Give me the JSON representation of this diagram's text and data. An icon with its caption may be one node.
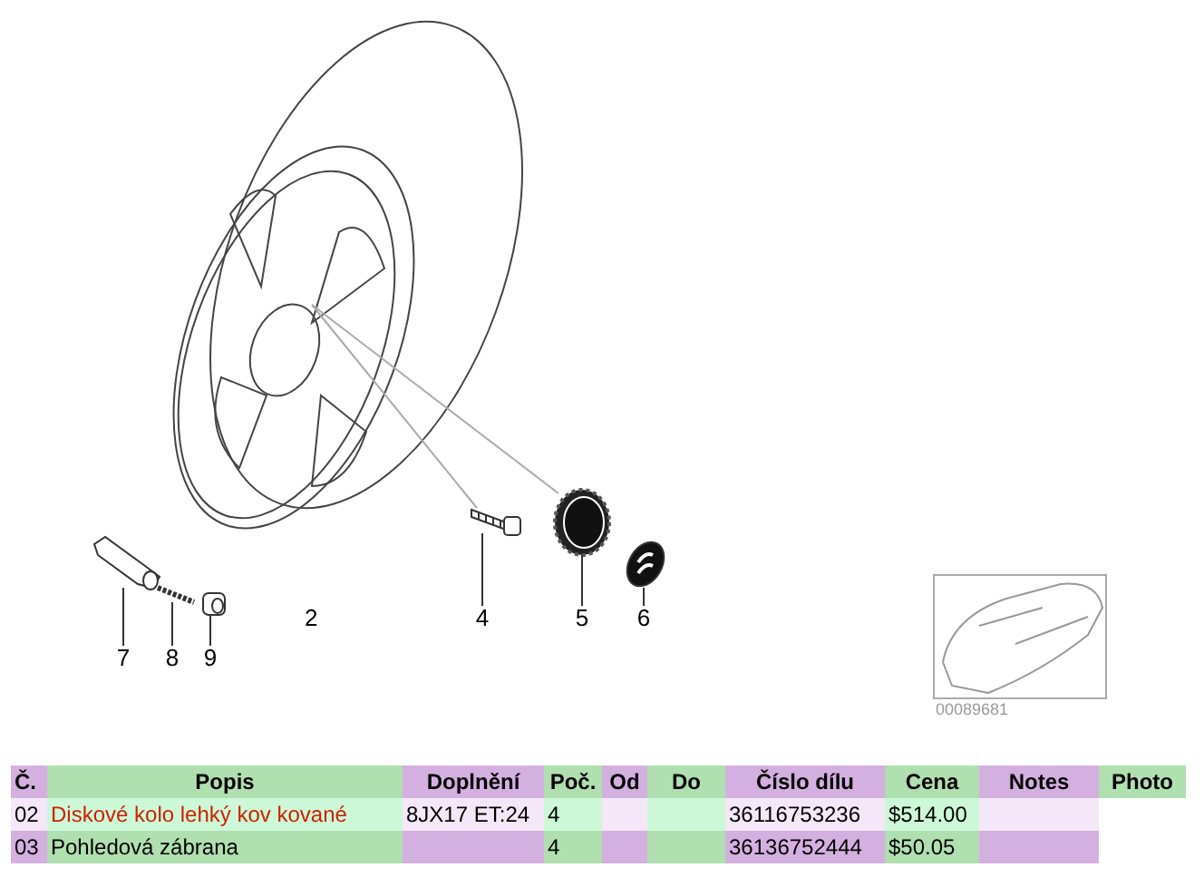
{
  "diagram": {
    "nodes": [
      {
        "text": [
          "7"
        ]
      },
      {
        "text": [
          "8"
        ]
      },
      {
        "text": [
          "9"
        ]
      },
      {
        "text": [
          "4"
        ]
      },
      {
        "text": [
          "5"
        ]
      },
      {
        "text": [
          "6"
        ]
      },
      {
        "text": [],
        "shape": "picture"
      },
      {
        "text": [],
        "shape": "picture"
      },
      {
        "text": [],
        "shape": "picture"
      },
      {
        "text": [],
        "shape": "picture"
      },
      {
        "text": [],
        "shape": "picture"
      },
      {
        "text": [],
        "shape": "picture"
      },
      {
        "text": [],
        "shape": "picture"
      }
    ],
    "edges": [
      {
        "from": 0,
        "to": 6,
        "arrow": "none"
      },
      {
        "from": 1,
        "to": 7,
        "arrow": "none"
      },
      {
        "from": 2,
        "to": 8,
        "arrow": "none"
      },
      {
        "from": 3,
        "to": 9,
        "arrow": "none"
      },
      {
        "from": 4,
        "to": 10,
        "arrow": "none"
      },
      {
        "from": 5,
        "to": 11,
        "arrow": "none"
      },
      {
        "from": 12,
        "to": 9,
        "arrow": "none",
        "color": "#aaaaaa"
      },
      {
        "from": 12,
        "to": 10,
        "arrow": "none",
        "color": "#aaaaaa"
      }
    ],
    "labels": [
      "2",
      "00089681",
      "Č.",
      "Popis",
      "Doplnění",
      "Poč.",
      "Od",
      "Do",
      "Číslo dílu",
      "Cena",
      "Notes",
      "Photo",
      "02",
      "Diskové kolo lehký kov kované",
      "8JX17 ET:24",
      "4",
      "36116753236",
      "$514.00",
      "03",
      "Pohledová zábrana",
      "4",
      "36136752444",
      "$50.05"
    ]
  }
}
